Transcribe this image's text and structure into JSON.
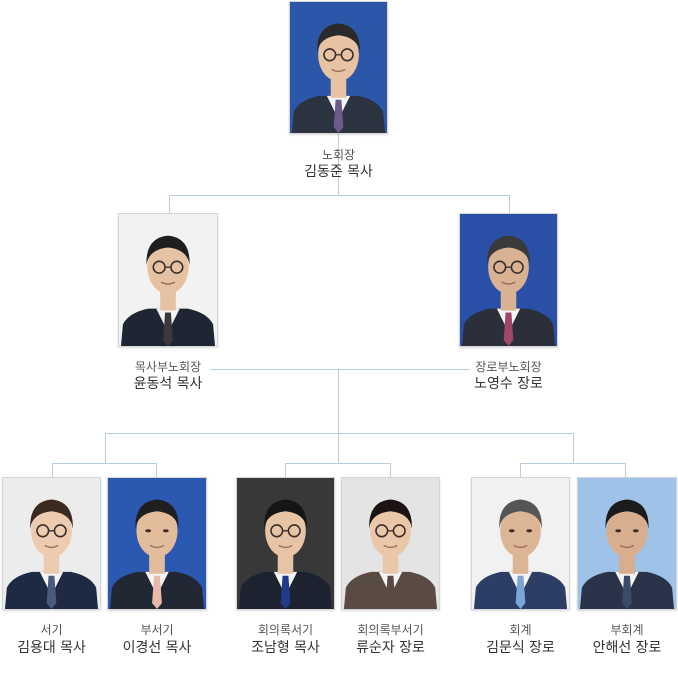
{
  "members": [
    {
      "id": "president",
      "role": "노회장",
      "name": "김동준 목사",
      "bg": "#2c56a8",
      "hair": "#2a2a2a",
      "skin": "#e8c3a3",
      "suit": "#2b3240",
      "tie": "#6b5a8a",
      "glasses": true
    },
    {
      "id": "vp-pastor",
      "role": "목사부노회장",
      "name": "윤동석 목사",
      "bg": "#f2f2f2",
      "hair": "#1e1e1e",
      "skin": "#e6c2a4",
      "suit": "#1f2633",
      "tie": "#3a3a3a",
      "glasses": true
    },
    {
      "id": "vp-elder",
      "role": "장로부노회장",
      "name": "노영수 장로",
      "bg": "#2950a6",
      "hair": "#3a3a3a",
      "skin": "#d9b193",
      "suit": "#2a2f3a",
      "tie": "#a0466a",
      "glasses": true
    },
    {
      "id": "clerk",
      "role": "서기",
      "name": "김용대 목사",
      "bg": "#ececec",
      "hair": "#3a2a20",
      "skin": "#edcbb0",
      "suit": "#1e2a44",
      "tie": "#4a5a7a",
      "glasses": true
    },
    {
      "id": "vice-clerk",
      "role": "부서기",
      "name": "이경선 목사",
      "bg": "#2b58b0",
      "hair": "#1f1f1f",
      "skin": "#e3bc9c",
      "suit": "#222833",
      "tie": "#e8b8a8",
      "glasses": false
    },
    {
      "id": "minutes-clerk",
      "role": "회의록서기",
      "name": "조남형 목사",
      "bg": "#383838",
      "hair": "#151515",
      "skin": "#e8c4a6",
      "suit": "#1c2230",
      "tie": "#223a8a",
      "glasses": true
    },
    {
      "id": "vice-minutes-clerk",
      "role": "회의록부서기",
      "name": "류순자 장로",
      "bg": "#e4e4e4",
      "hair": "#1a1512",
      "skin": "#ebc7aa",
      "suit": "#5a4a44",
      "tie": "#5a4a44",
      "glasses": true
    },
    {
      "id": "treasurer",
      "role": "회계",
      "name": "김문식 장로",
      "bg": "#f1f1f1",
      "hair": "#555555",
      "skin": "#dcb595",
      "suit": "#2c3e66",
      "tie": "#7aa6d6",
      "glasses": false
    },
    {
      "id": "vice-treasurer",
      "role": "부회계",
      "name": "안해선 장로",
      "bg": "#9fc3e8",
      "hair": "#1b1b1b",
      "skin": "#d8ae8e",
      "suit": "#2a3448",
      "tie": "#3a4a6a",
      "glasses": false
    }
  ]
}
